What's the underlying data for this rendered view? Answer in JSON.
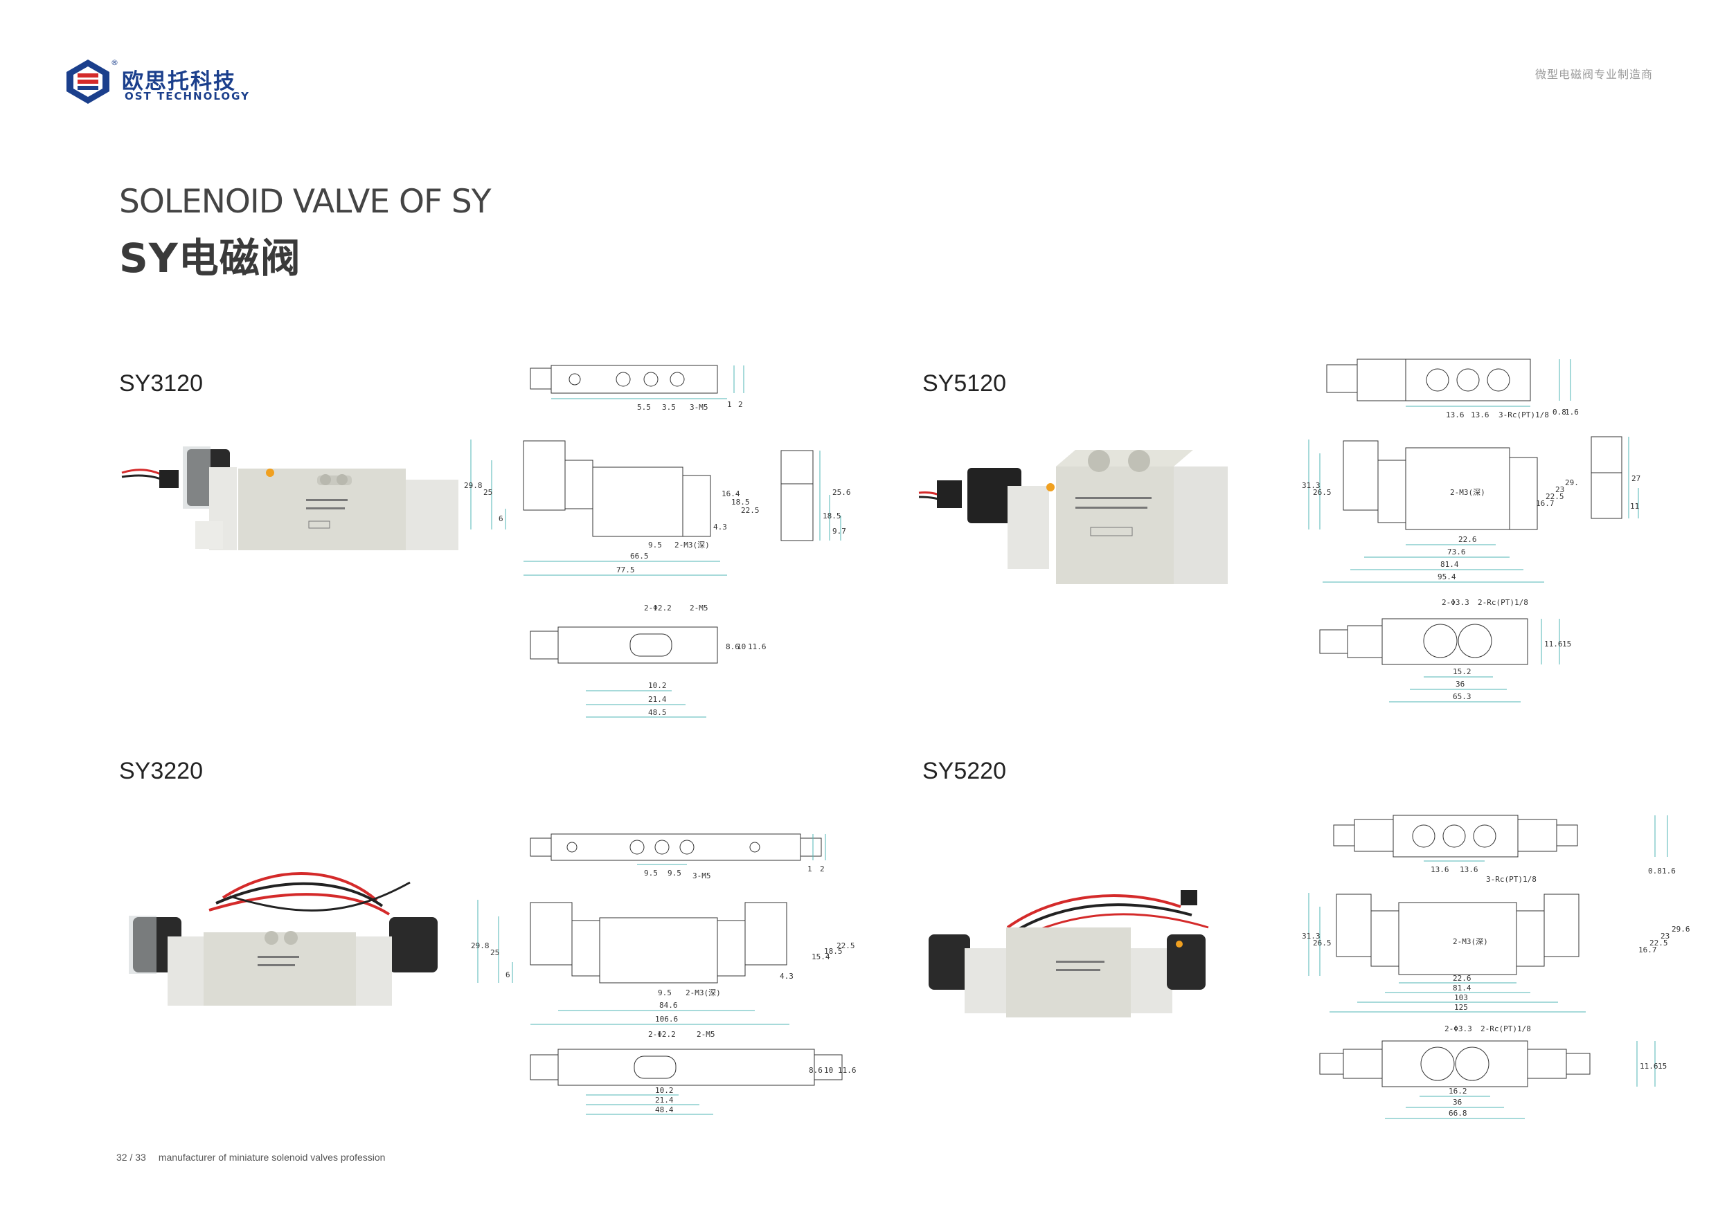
{
  "header": {
    "brand_cn": "欧思托科技",
    "brand_en": "OST TECHNOLOGY",
    "registered_mark": "®",
    "tagline": "微型电磁阀专业制造商"
  },
  "title": {
    "english": "SOLENOID VALVE OF SY",
    "chinese": "SY电磁阀"
  },
  "products": [
    {
      "model": "SY3120",
      "top_view": [
        "5.5",
        "3.5",
        "3-M5",
        "1",
        "2"
      ],
      "side_view": [
        "29.8",
        "25",
        "6",
        "16.4",
        "18.5",
        "22.5",
        "4.3",
        "9.5",
        "2-M3(深)",
        "66.5",
        "77.5",
        "25.6",
        "18.5",
        "9.7"
      ],
      "bottom_view": [
        "2-Φ2.2",
        "2-M5",
        "8.6",
        "10",
        "11.6",
        "10.2",
        "21.4",
        "48.5"
      ]
    },
    {
      "model": "SY5120",
      "top_view": [
        "13.6",
        "13.6",
        "3-Rc(PT)1/8",
        "0.8",
        "1.6"
      ],
      "side_view": [
        "31.3",
        "26.5",
        "2-M3(深)",
        "16.7",
        "22.5",
        "23",
        "29.6",
        "22.6",
        "73.6",
        "81.4",
        "95.4",
        "27",
        "11"
      ],
      "bottom_view": [
        "2-Φ3.3",
        "2-Rc(PT)1/8",
        "11.6",
        "15",
        "15.2",
        "36",
        "65.3"
      ]
    },
    {
      "model": "SY3220",
      "top_view": [
        "9.5",
        "9.5",
        "3-M5",
        "1",
        "2"
      ],
      "side_view": [
        "29.8",
        "25",
        "6",
        "4.3",
        "15.4",
        "18.5",
        "22.5",
        "9.5",
        "2-M3(深)",
        "84.6",
        "106.6"
      ],
      "bottom_view": [
        "2-Φ2.2",
        "2-M5",
        "8.6",
        "10",
        "11.6",
        "10.2",
        "21.4",
        "48.4"
      ]
    },
    {
      "model": "SY5220",
      "top_view": [
        "13.6",
        "13.6",
        "3-Rc(PT)1/8",
        "0.8",
        "1.6"
      ],
      "side_view": [
        "31.3",
        "26.5",
        "2-M3(深)",
        "16.7",
        "22.5",
        "23",
        "29.6",
        "22.6",
        "81.4",
        "103",
        "125"
      ],
      "bottom_view": [
        "2-Φ3.3",
        "2-Rc(PT)1/8",
        "11.6",
        "15",
        "16.2",
        "36",
        "66.8"
      ]
    }
  ],
  "footer": {
    "page": "32 / 33",
    "text": "manufacturer of miniature solenoid valves profession"
  },
  "colors": {
    "brand_blue": "#1b3f8c",
    "brand_red": "#d42a2a",
    "dimension_teal": "#4fb6b4",
    "valve_body": "#dcdcd4",
    "solenoid_black": "#2a2a2a"
  }
}
